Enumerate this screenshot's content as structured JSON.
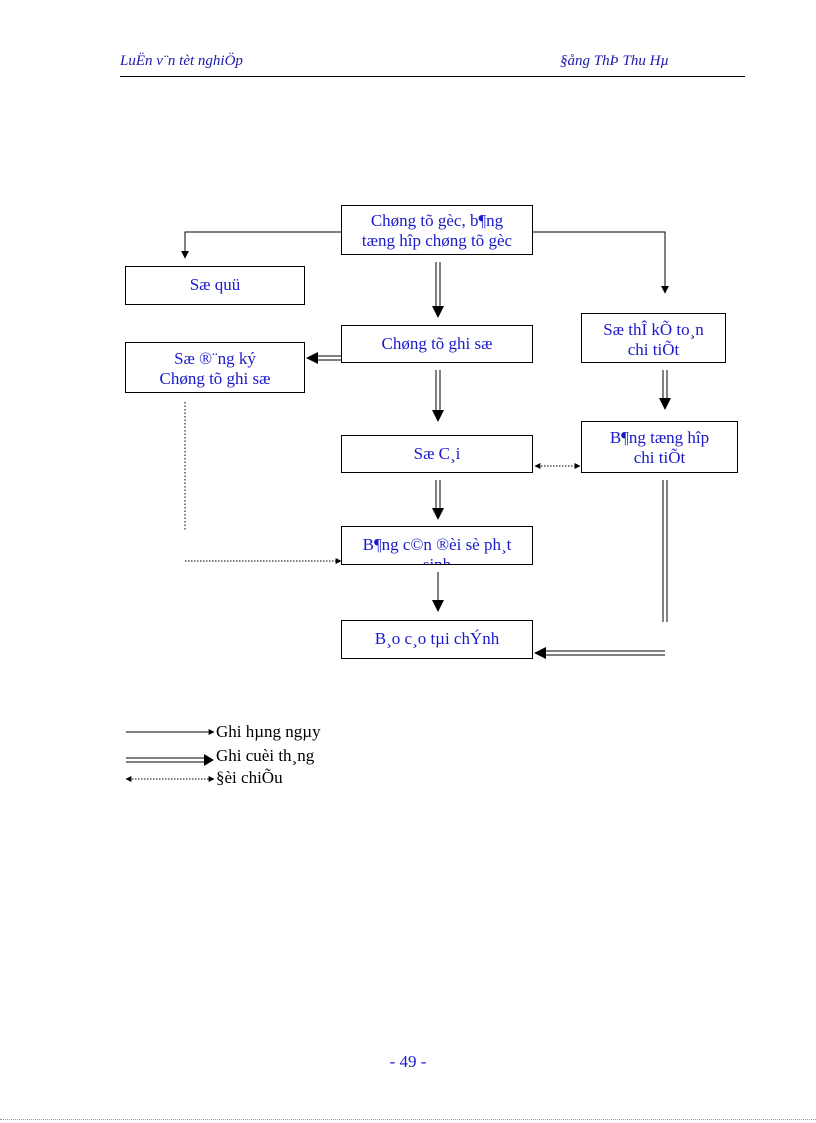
{
  "header": {
    "left": "LuËn v¨n tèt nghiÖp",
    "right": "§ång ThÞ Thu Hµ"
  },
  "boxes": {
    "source_docs": [
      "Chøng tõ gèc, b¶ng",
      "tæng hîp chøng tõ gèc"
    ],
    "cash_book": "Sæ quü",
    "voucher": "Chøng tõ ghi sæ",
    "voucher_register": [
      "Sæ ®¨ng ký",
      "Chøng tõ ghi sæ"
    ],
    "detail_ledger": [
      "Sæ thÎ kÕ to¸n",
      "chi tiÕt"
    ],
    "general_ledger": "Sæ C¸i",
    "detail_summary": [
      "B¶ng tæng hîp",
      "chi tiÕt"
    ],
    "trial_balance": [
      "B¶ng c©n ®èi sè ph¸t",
      "sinh"
    ],
    "financial_reports": "B¸o c¸o tµi chÝnh"
  },
  "legend": {
    "daily": "Ghi hµng ngµy",
    "monthly": "Ghi cuèi th¸ng",
    "reconcile": "§èi chiÕu"
  },
  "page_number": "- 49 -"
}
